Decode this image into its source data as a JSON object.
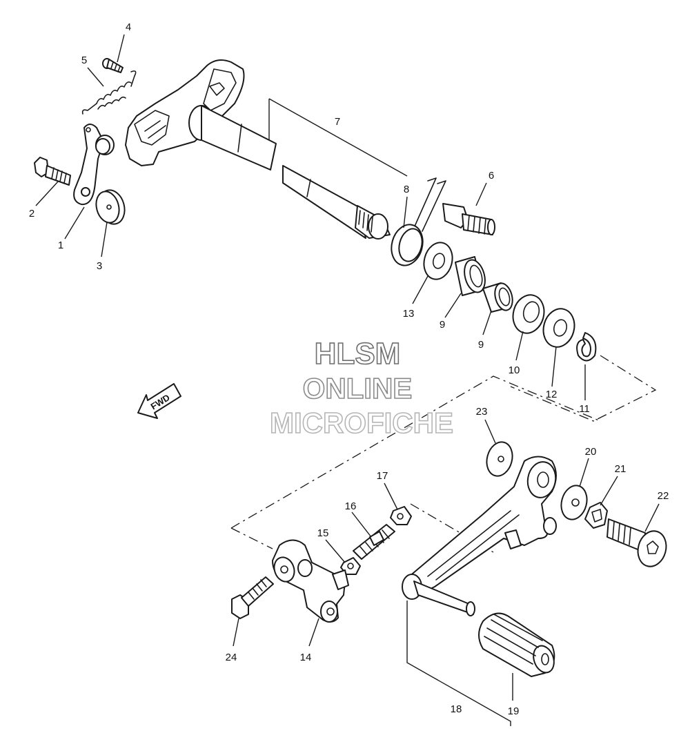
{
  "watermark": {
    "line1": "HLSM",
    "line2": "ONLINE",
    "line3": "MICROFICHE",
    "color1": "#6e6e6e",
    "color2": "#8a8a8a",
    "color3": "#b5b5b5"
  },
  "fwd_label": "FWD",
  "callouts": {
    "c1": "1",
    "c2": "2",
    "c3": "3",
    "c4": "4",
    "c5": "5",
    "c6": "6",
    "c7": "7",
    "c8": "8",
    "c9a": "9",
    "c9b": "9",
    "c10": "10",
    "c11": "11",
    "c12": "12",
    "c13": "13",
    "c14": "14",
    "c15": "15",
    "c16": "16",
    "c17": "17",
    "c18": "18",
    "c19": "19",
    "c20": "20",
    "c21": "21",
    "c22": "22",
    "c23": "23",
    "c24": "24"
  }
}
